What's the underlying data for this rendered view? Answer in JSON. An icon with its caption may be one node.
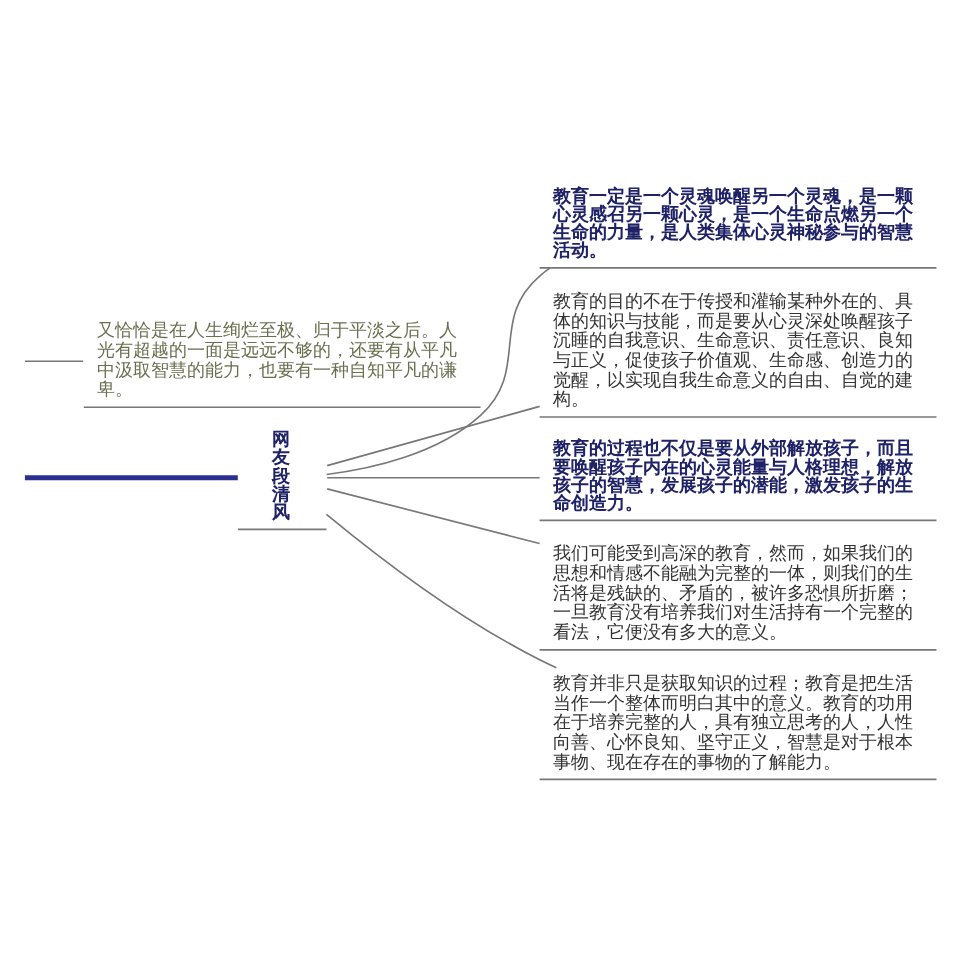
{
  "diagram": {
    "nodes": [
      {
        "text": [
          "网友段清风"
        ]
      },
      {
        "text": [
          "又恰恰是在人生绚烂至极、归于平淡之后。人光有超越的一面是远远不够的，还要有从平凡中汲取智慧的能力，也要有一种自知平凡的谦卑。"
        ]
      },
      {
        "text": [
          "教育一定是一个灵魂唤醒另一个灵魂，是一颗心灵感召另一颗心灵，是一个生命点燃另一个生命的力量，是人类集体心灵神秘参与的智慧活动。"
        ]
      },
      {
        "text": [
          "教育的目的不在于传授和灌输某种外在的、具体的知识与技能，而是要从心灵深处唤醒孩子沉睡的自我意识、生命意识、责任意识、良知与正义，促使孩子价值观、生命感、创造力的觉醒，以实现自我生命意义的自由、自觉的建构。"
        ]
      },
      {
        "text": [
          "教育的过程也不仅是要从外部解放孩子，而且要唤醒孩子内在的心灵能量与人格理想，解放孩子的智慧，发展孩子的潜能，激发孩子的生命创造力。"
        ]
      },
      {
        "text": [
          "我们可能受到高深的教育，然而，如果我们的思想和情感不能融为完整的一体，则我们的生活将是残缺的、矛盾的，被许多恐惧所折磨；一旦教育没有培养我们对生活持有一个完整的看法，它便没有多大的意义。"
        ]
      },
      {
        "text": [
          "教育并非只是获取知识的过程；教育是把生活当作一个整体而明白其中的意义。教育的功用在于培养完整的人，具有独立思考的人，人性向善、心怀良知、坚守正义，智慧是对于根本事物、现在存在的事物的了解能力。"
        ]
      }
    ],
    "edges": [
      {
        "from": null,
        "to": 0,
        "arrow": "none",
        "color": "#2b2f8f",
        "style": "thick"
      },
      {
        "from": null,
        "to": 1,
        "arrow": "none"
      },
      {
        "from": 0,
        "to": 2,
        "arrow": "none"
      },
      {
        "from": 0,
        "to": 3,
        "arrow": "none"
      },
      {
        "from": 0,
        "to": 4,
        "arrow": "none"
      },
      {
        "from": 0,
        "to": 5,
        "arrow": "none"
      },
      {
        "from": 0,
        "to": 6,
        "arrow": "none"
      }
    ]
  }
}
